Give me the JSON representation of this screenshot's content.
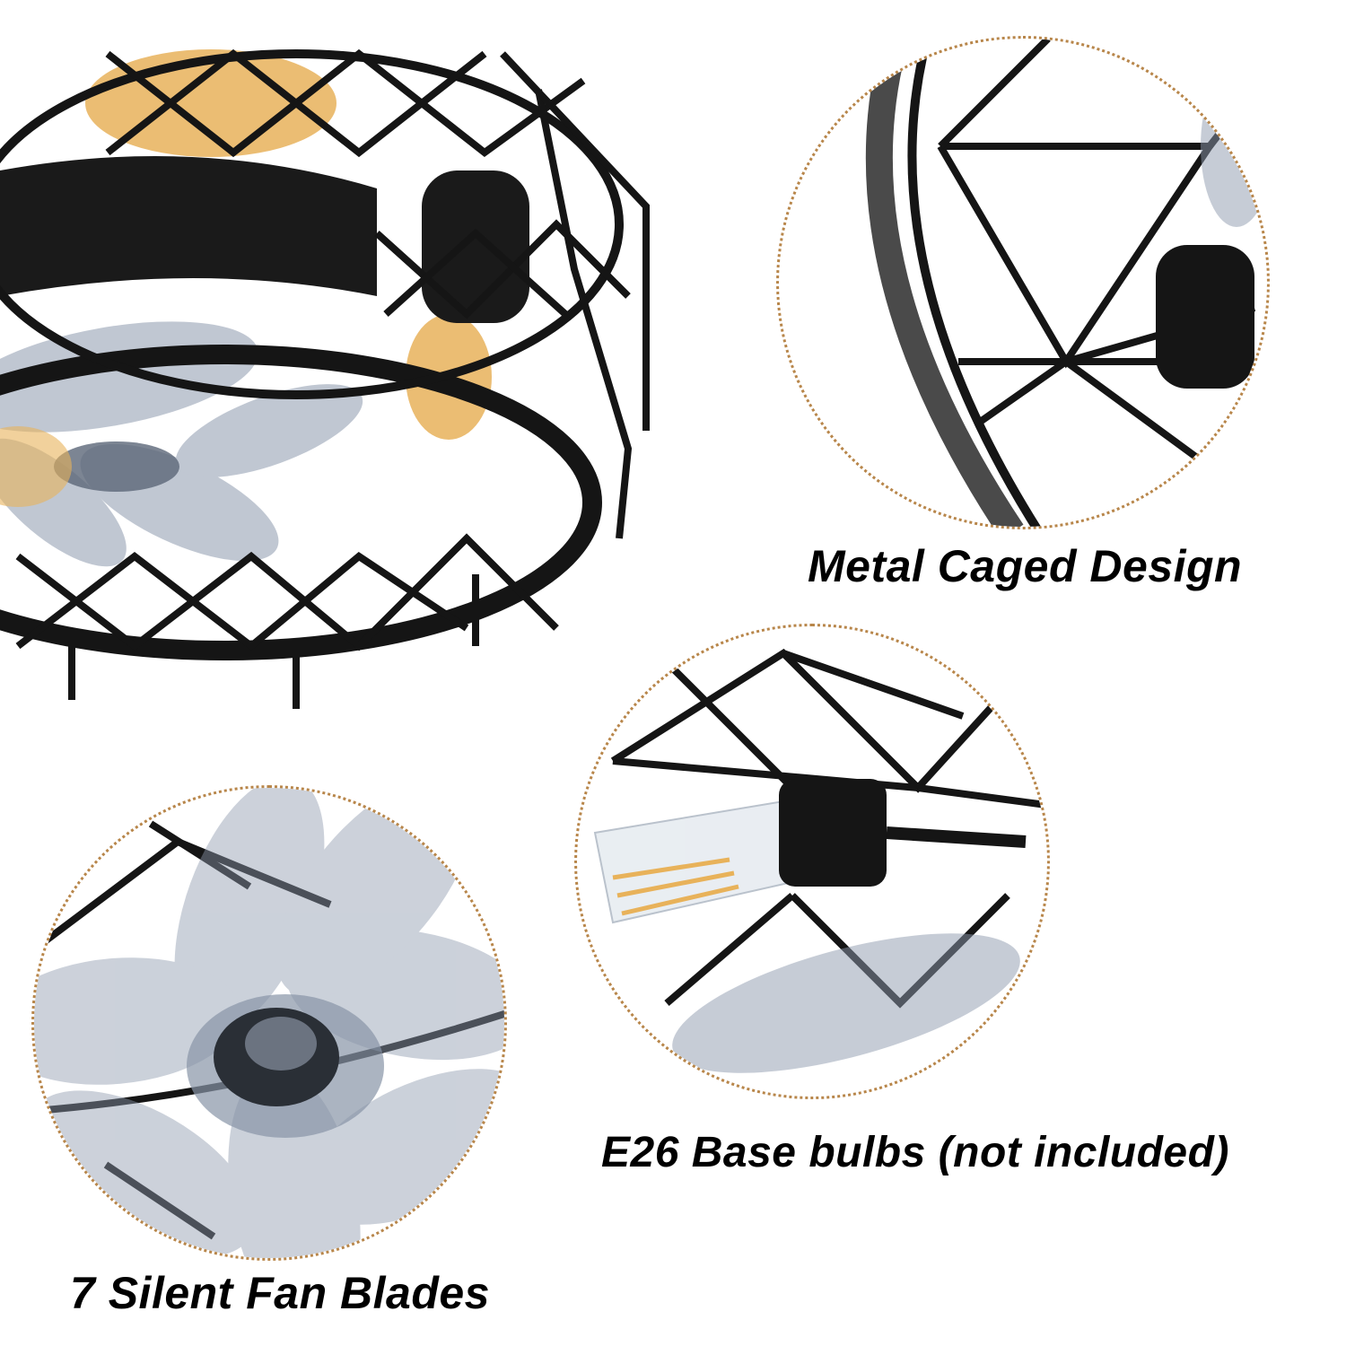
{
  "product": {
    "type": "caged ceiling fan with lights",
    "colors": {
      "metal": "#151515",
      "accent_dotted_border": "#b8864a",
      "bulb_glow": "#e8b25a",
      "blade_tint": "#8e9aae"
    }
  },
  "features": [
    {
      "id": "cage",
      "caption": "Metal Caged Design"
    },
    {
      "id": "bulbs",
      "caption": "E26 Base bulbs (not included)"
    },
    {
      "id": "blades",
      "caption": "7 Silent Fan Blades"
    }
  ]
}
